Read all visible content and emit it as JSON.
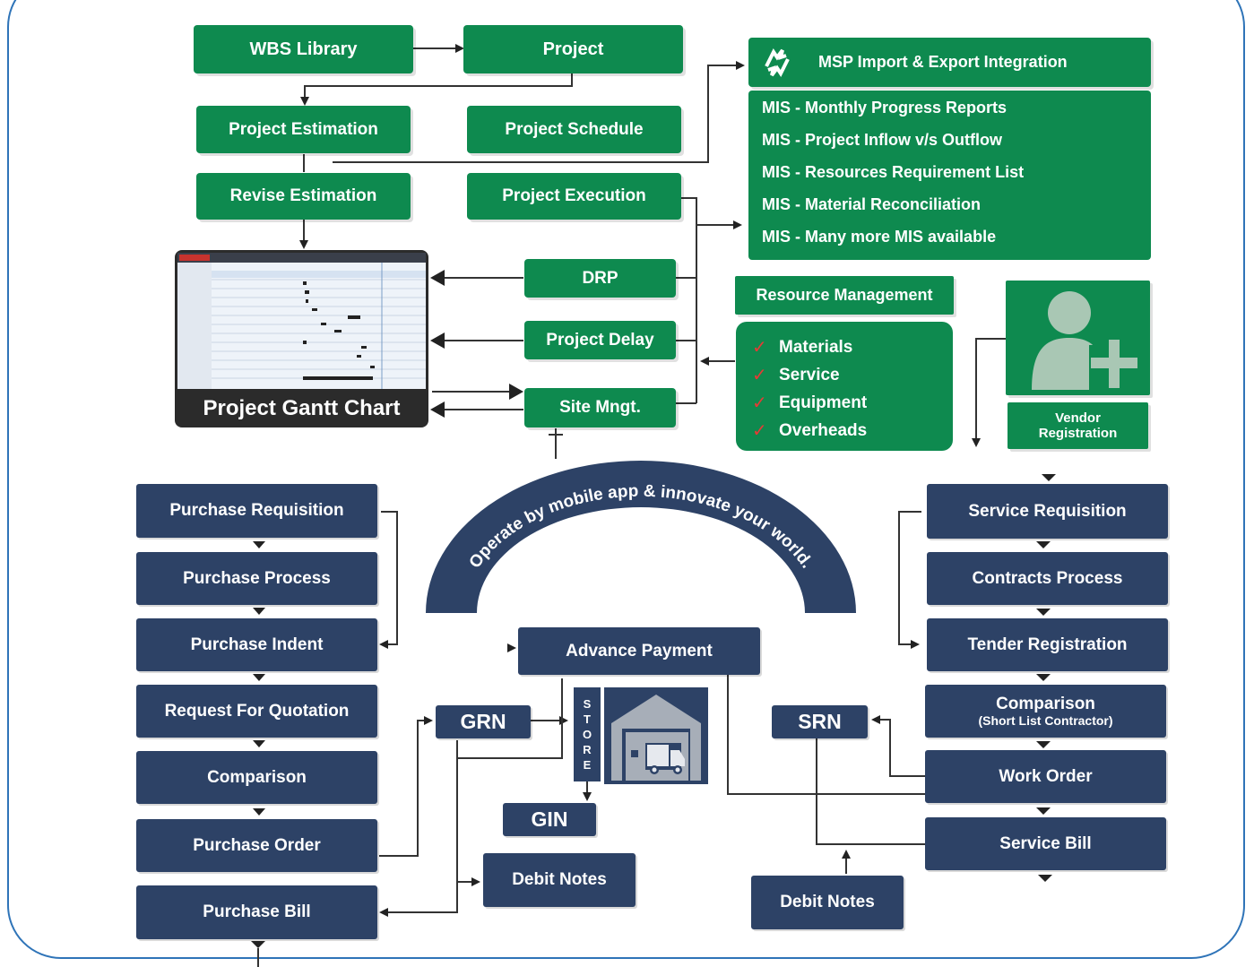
{
  "top_flow": {
    "wbs_library": "WBS Library",
    "project": "Project",
    "project_estimation": "Project Estimation",
    "project_schedule": "Project Schedule",
    "revise_estimation": "Revise Estimation",
    "project_execution": "Project Execution",
    "drp": "DRP",
    "project_delay": "Project Delay",
    "site_mngt": "Site Mngt.",
    "gantt_caption": "Project Gantt Chart"
  },
  "msp": {
    "title": "MSP Import & Export Integration",
    "icon": "sync-arrows-icon"
  },
  "mis": {
    "items": [
      "MIS - Monthly Progress Reports",
      "MIS - Project Inflow v/s Outflow",
      "MIS - Resources Requirement List",
      "MIS - Material Reconciliation",
      "MIS - Many more MIS available"
    ]
  },
  "resource": {
    "title": "Resource Management",
    "items": [
      "Materials",
      "Service",
      "Equipment",
      "Overheads"
    ]
  },
  "vendor": {
    "label": "Vendor Registration",
    "icon": "add-user-icon"
  },
  "arc_text": "Operate by mobile app & innovate your world.",
  "purchase": {
    "steps": [
      "Purchase Requisition",
      "Purchase Process",
      "Purchase Indent",
      "Request For Quotation",
      "Comparison",
      "Purchase Order",
      "Purchase Bill"
    ]
  },
  "service": {
    "requisition": "Service Requisition",
    "contracts": "Contracts Process",
    "tender": "Tender Registration",
    "comparison": "Comparison",
    "comparison_sub": "(Short List Contractor)",
    "work_order": "Work Order",
    "service_bill": "Service Bill"
  },
  "center": {
    "advance_payment": "Advance Payment",
    "grn": "GRN",
    "srn": "SRN",
    "gin": "GIN",
    "store_letters": [
      "S",
      "T",
      "O",
      "R",
      "E"
    ],
    "debit_notes_left": "Debit Notes",
    "debit_notes_right": "Debit Notes",
    "warehouse_icon": "warehouse-truck-icon"
  },
  "colors": {
    "green": "#0e8a4f",
    "navy": "#2d4266",
    "frame": "#2f74b8",
    "check": "#e63a35"
  }
}
